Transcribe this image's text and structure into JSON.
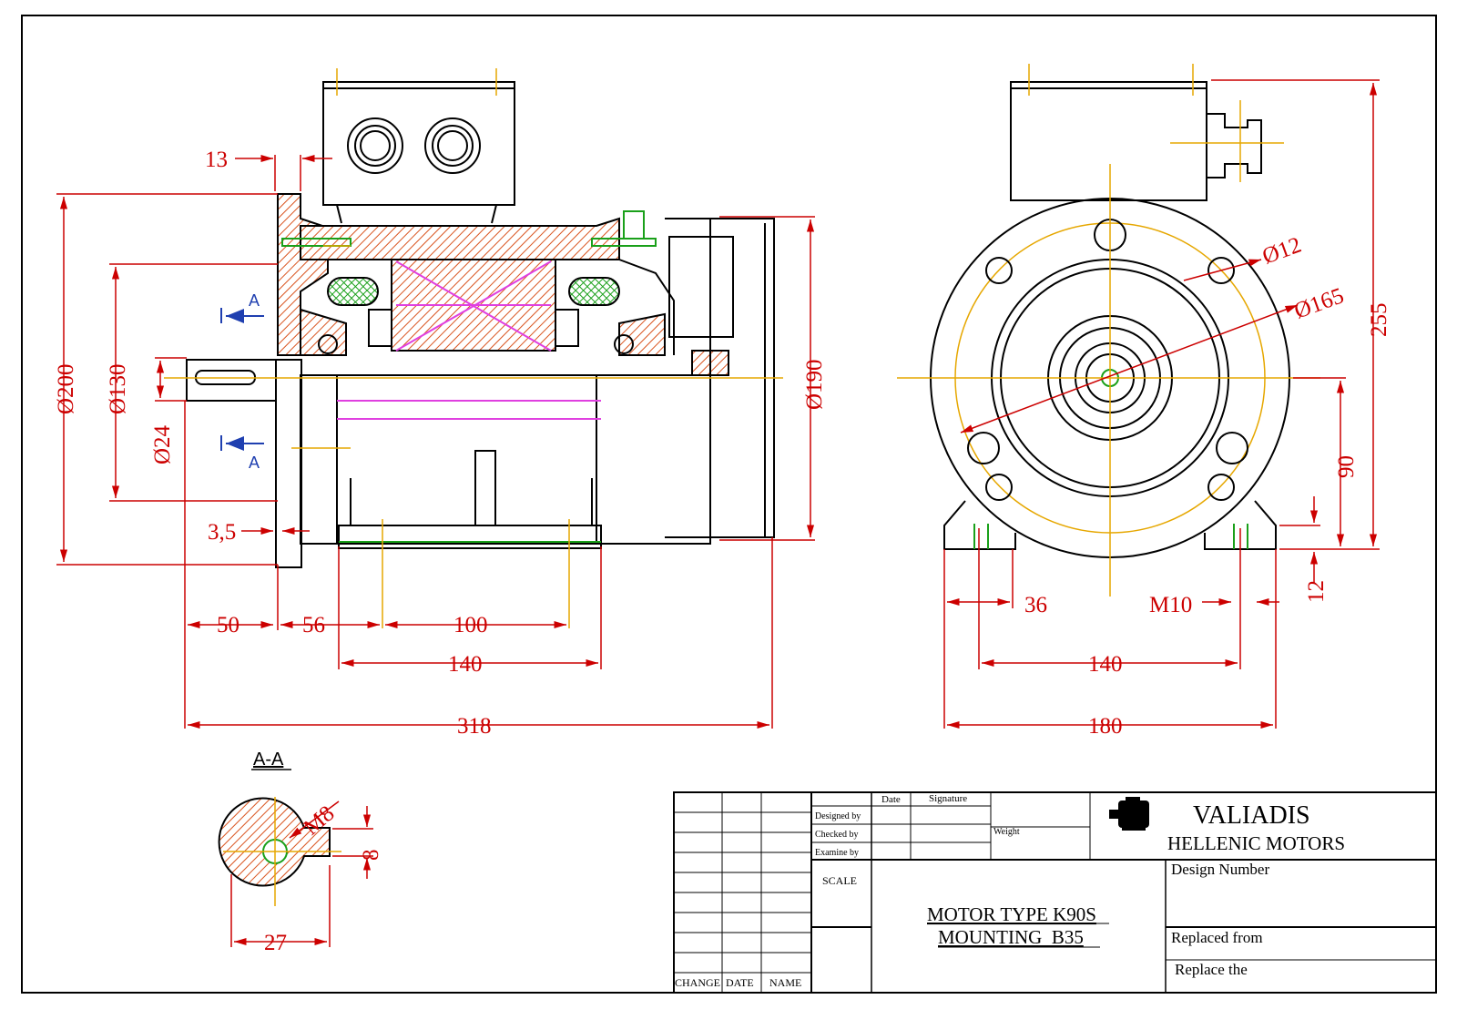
{
  "dimensions": {
    "flange_thickness": "13",
    "flange_diameter": "Ø200",
    "spigot_diameter": "Ø130",
    "shaft_diameter": "Ø24",
    "spigot_height": "3,5",
    "shaft_length": "50",
    "foot_to_flange": "56",
    "bolt_spacing": "100",
    "foot_length": "140",
    "overall_length": "318",
    "overall_diameter": "Ø190",
    "hole_diameter": "Ø12",
    "pcd": "Ø165",
    "overall_height": "255",
    "shaft_height": "90",
    "foot_height": "12",
    "foot_width": "36",
    "foot_thread": "M10",
    "foot_spacing_front": "140",
    "foot_total_width": "180",
    "key_thread": "M8",
    "key_width": "8",
    "shaft_key_depth": "27"
  },
  "section": {
    "marker_a": "A",
    "title": "A-A"
  },
  "title_block": {
    "col_change": "CHANGE",
    "col_date": "DATE",
    "col_name": "NAME",
    "designed_by": "Designed by",
    "checked_by": "Checked by",
    "examine_by": "Examine by",
    "date_label": "Date",
    "signature_label": "Signature",
    "weight_label": "Weight",
    "scale_label": "SCALE",
    "company_line1": "VALIADIS",
    "company_line2": "HELLENIC MOTORS",
    "design_number": "Design Number",
    "replaced_from": "Replaced from",
    "replace_the": "Replace the",
    "motor_type": "MOTOR TYPE K90S",
    "mounting": "MOUNTING  B35"
  },
  "colors": {
    "dimension": "#cc0000",
    "centerline": "#e6a700",
    "hatch": "#d9531e",
    "winding": "#e040e0",
    "bearing_fill": "#1aa01a",
    "section_arrow": "#1f3fb0"
  }
}
